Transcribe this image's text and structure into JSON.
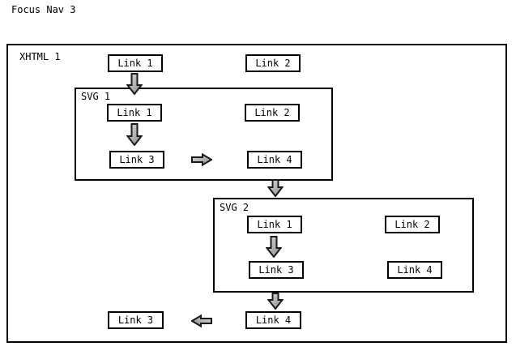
{
  "page": {
    "title": "Focus Nav 3"
  },
  "outer": {
    "label": "XHTML 1",
    "link1": "Link 1",
    "link2": "Link 2",
    "link3": "Link 3",
    "link4": "Link 4"
  },
  "svg1": {
    "label": "SVG 1",
    "link1": "Link 1",
    "link2": "Link 2",
    "link3": "Link 3",
    "link4": "Link 4"
  },
  "svg2": {
    "label": "SVG 2",
    "link1": "Link 1",
    "link2": "Link 2",
    "link3": "Link 3",
    "link4": "Link 4"
  },
  "colors": {
    "background": "#ffffff",
    "box_border": "#000000",
    "text": "#000000",
    "arrow_fill_light": "#dcdcdc",
    "arrow_fill_dark": "#8a8a8a",
    "arrow_outline": "#1a1a1a"
  }
}
